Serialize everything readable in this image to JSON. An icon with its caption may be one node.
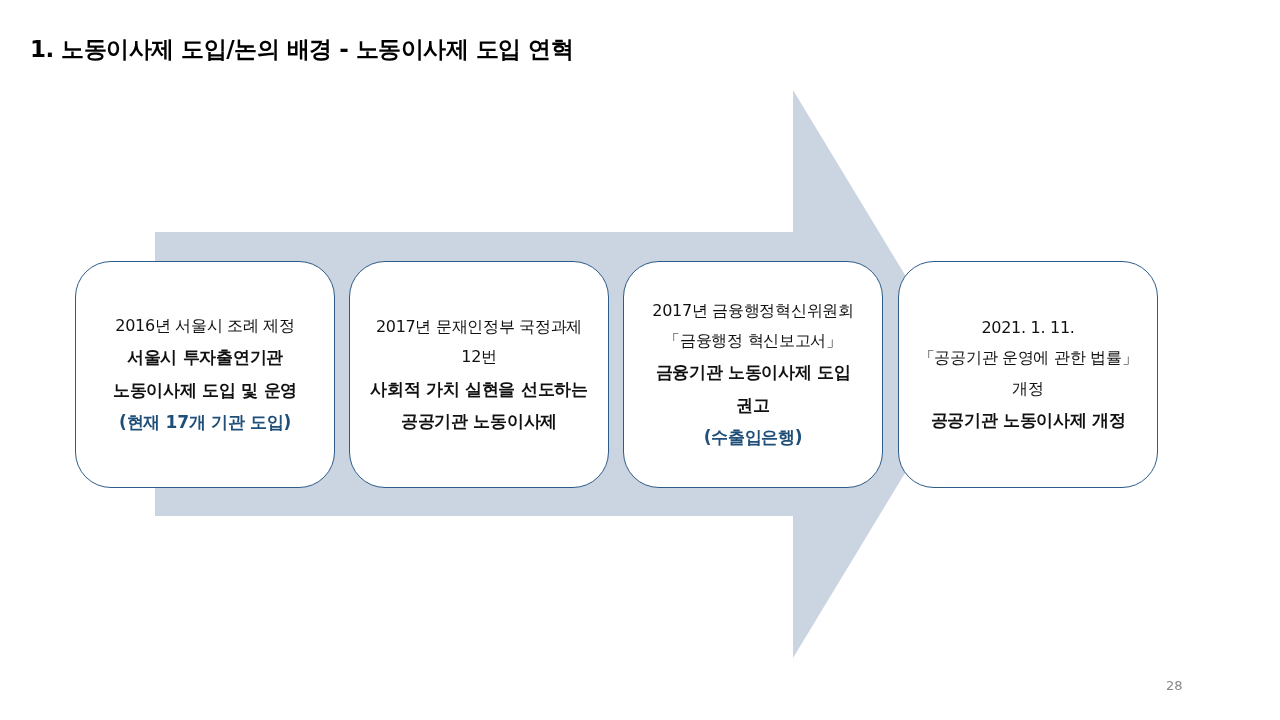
{
  "diagram": {
    "title": "1. 노동이사제 도입/논의 배경 - 노동이사제 도입 연혁",
    "nodes": [
      {
        "text": [
          "2016년 서울시 조례 제정",
          "서울시 투자출연기관 노동이사제 도입 및 운영",
          "(현재 17개 기관 도입)"
        ]
      },
      {
        "text": [
          "2017년 문재인정부 국정과제 12번",
          "사회적 가치 실현을 선도하는 공공기관 노동이사제"
        ]
      },
      {
        "text": [
          "2017년 금융행정혁신위원회「금융행정 혁신보고서」",
          "금융기관 노동이사제 도입 권고",
          "(수출입은행)"
        ]
      },
      {
        "text": [
          "2021. 1. 11.",
          "「공공기관 운영에 관한 법률」 개정",
          "공공기관 노동이사제 개정"
        ]
      }
    ],
    "edges": [
      {
        "from": 0,
        "to": 3,
        "arrow": "to"
      }
    ],
    "labels": [
      "28"
    ]
  }
}
